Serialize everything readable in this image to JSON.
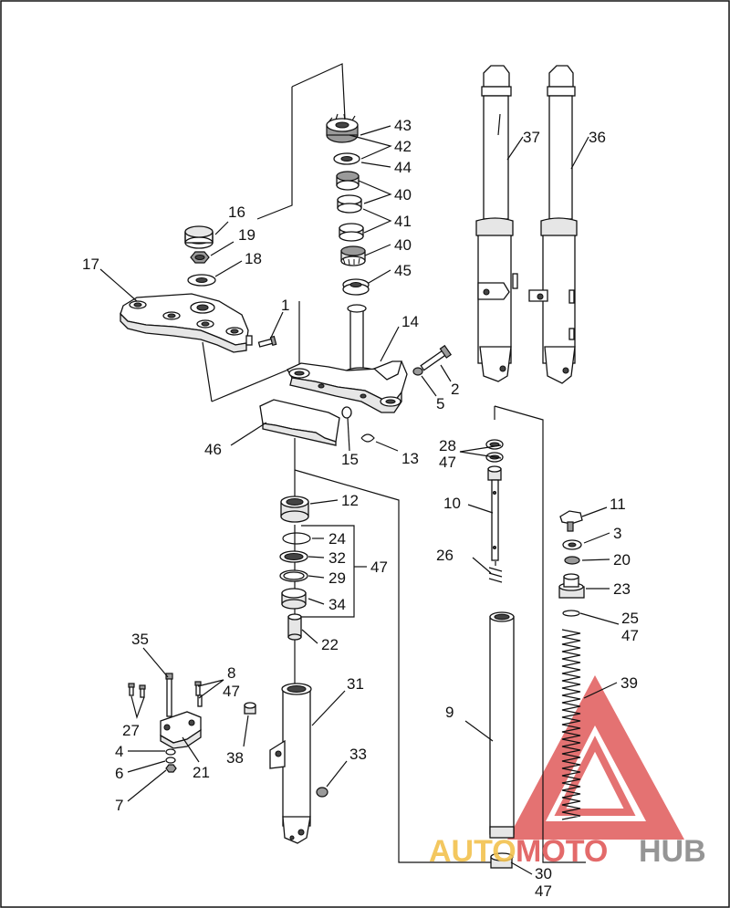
{
  "diagram": {
    "callouts": [
      "1",
      "2",
      "3",
      "4",
      "5",
      "6",
      "7",
      "8",
      "9",
      "10",
      "11",
      "12",
      "13",
      "14",
      "15",
      "16",
      "17",
      "18",
      "19",
      "20",
      "21",
      "22",
      "23",
      "24",
      "25",
      "26",
      "27",
      "28",
      "29",
      "30",
      "31",
      "32",
      "33",
      "34",
      "35",
      "36",
      "37",
      "38",
      "39",
      "40",
      "41",
      "42",
      "43",
      "44",
      "45",
      "46",
      "47"
    ]
  },
  "watermark": {
    "part1": "AUTO",
    "part2": "MOTO",
    "part3": "HUB",
    "colors": {
      "triangle": "#e05a5a",
      "auto": "#f2c14e",
      "moto": "#e05a5a",
      "hub": "#8a8a8a"
    }
  }
}
